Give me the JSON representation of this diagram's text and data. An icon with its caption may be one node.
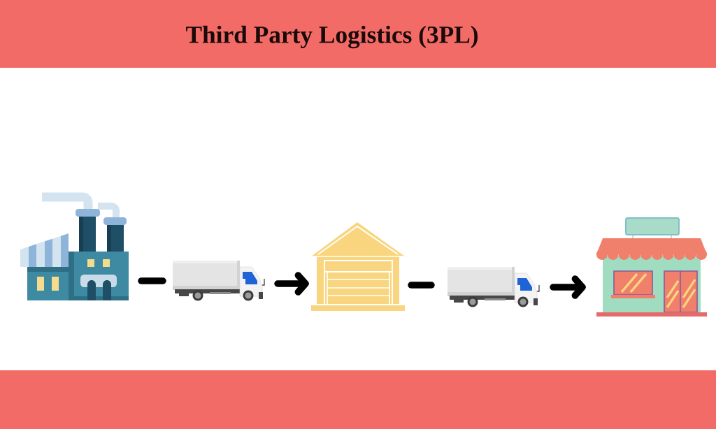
{
  "diagram": {
    "title": "Third Party Logistics (3PL)",
    "nodes": [
      {
        "text": [],
        "shape": "picture"
      },
      {
        "text": [],
        "shape": "picture"
      },
      {
        "text": [],
        "shape": "picture"
      },
      {
        "text": [],
        "shape": "picture"
      },
      {
        "text": [],
        "shape": "picture"
      }
    ],
    "edges": [
      {
        "from": 0,
        "to": 1,
        "arrow": "none"
      },
      {
        "from": 1,
        "to": 2,
        "arrow": "to"
      },
      {
        "from": 2,
        "to": 3,
        "arrow": "none"
      },
      {
        "from": 3,
        "to": 4,
        "arrow": "to"
      }
    ]
  }
}
